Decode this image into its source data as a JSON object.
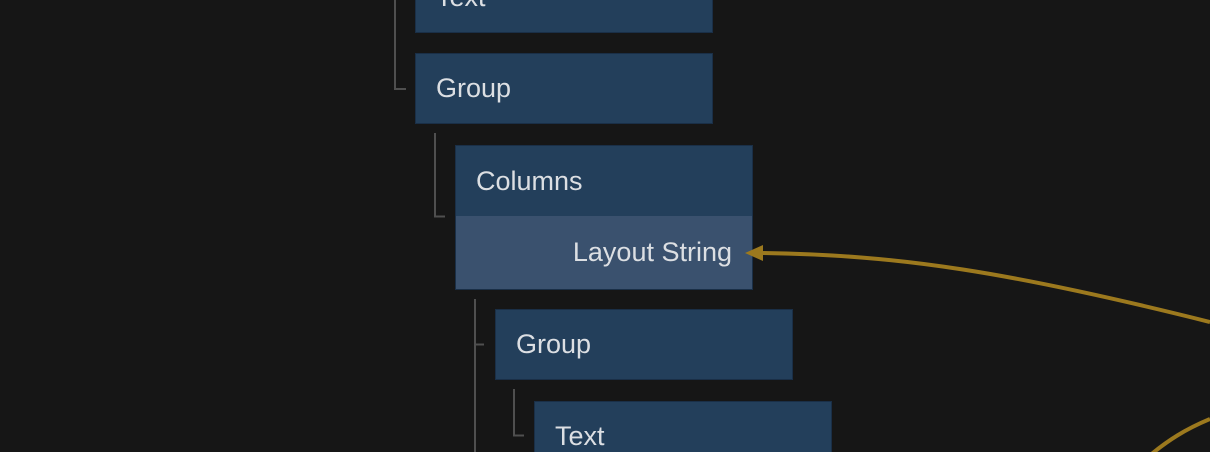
{
  "colors": {
    "background": "#161616",
    "node_fill": "#233f5b",
    "node_highlight_fill": "#3a516e",
    "node_border": "#1a2f47",
    "text": "#dcdfe3",
    "tree_line": "#4f4f4f",
    "wire": "#9c791e"
  },
  "nodes": [
    {
      "label": "Text"
    },
    {
      "label": "Group"
    },
    {
      "label": "Columns",
      "field_label": "Layout String"
    },
    {
      "label": "Group"
    },
    {
      "label": "Text"
    }
  ]
}
